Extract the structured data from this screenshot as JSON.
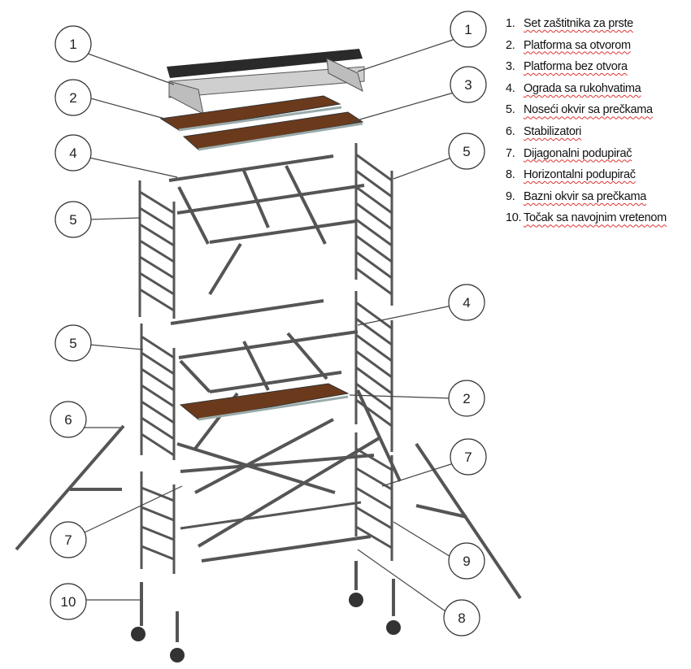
{
  "callouts": [
    {
      "num": "1"
    },
    {
      "num": "1"
    },
    {
      "num": "2"
    },
    {
      "num": "3"
    },
    {
      "num": "4"
    },
    {
      "num": "5"
    },
    {
      "num": "5"
    },
    {
      "num": "4"
    },
    {
      "num": "5"
    },
    {
      "num": "2"
    },
    {
      "num": "6"
    },
    {
      "num": "7"
    },
    {
      "num": "7"
    },
    {
      "num": "9"
    },
    {
      "num": "10"
    },
    {
      "num": "8"
    }
  ],
  "legend": [
    {
      "num": "1.",
      "text": "Set zaštitnika za prste"
    },
    {
      "num": "2.",
      "text": "Platforma sa otvorom"
    },
    {
      "num": "3.",
      "text": "Platforma bez otvora"
    },
    {
      "num": "4.",
      "text": "Ograda sa rukohvatima"
    },
    {
      "num": "5.",
      "text": "Noseći okvir sa prečkama"
    },
    {
      "num": "6.",
      "text": "Stabilizatori"
    },
    {
      "num": "7.",
      "text": "Dijagonalni podupirač"
    },
    {
      "num": "8.",
      "text": "Horizontalni podupirač"
    },
    {
      "num": "9.",
      "text": "Bazni okvir sa prečkama"
    },
    {
      "num": "10.",
      "text": "Točak sa navojnim vretenom"
    }
  ],
  "colors": {
    "platform": "#6b3a1c",
    "steel": "#555555",
    "plank": "#222222",
    "outline": "#333333"
  }
}
